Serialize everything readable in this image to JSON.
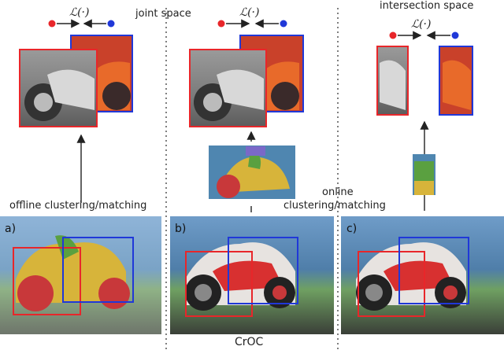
{
  "texts": {
    "joint_space": "joint space",
    "intersection_space": "intersection space",
    "loss": "ℒ(·)",
    "offline": "offline clustering/matching",
    "online_line1": "online",
    "online_line2": "clustering/matching",
    "panel_a": "a)",
    "panel_b": "b)",
    "panel_c": "c)",
    "croc": "CrOC"
  },
  "colors": {
    "red": "#e8262a",
    "blue": "#2038d8",
    "dashed_divider": "#555555",
    "sky": "#5a86b0",
    "track": "#3a3f38",
    "mask_yellow": "#d7b43a",
    "mask_red": "#c8383a",
    "mask_green": "#5aa040"
  }
}
